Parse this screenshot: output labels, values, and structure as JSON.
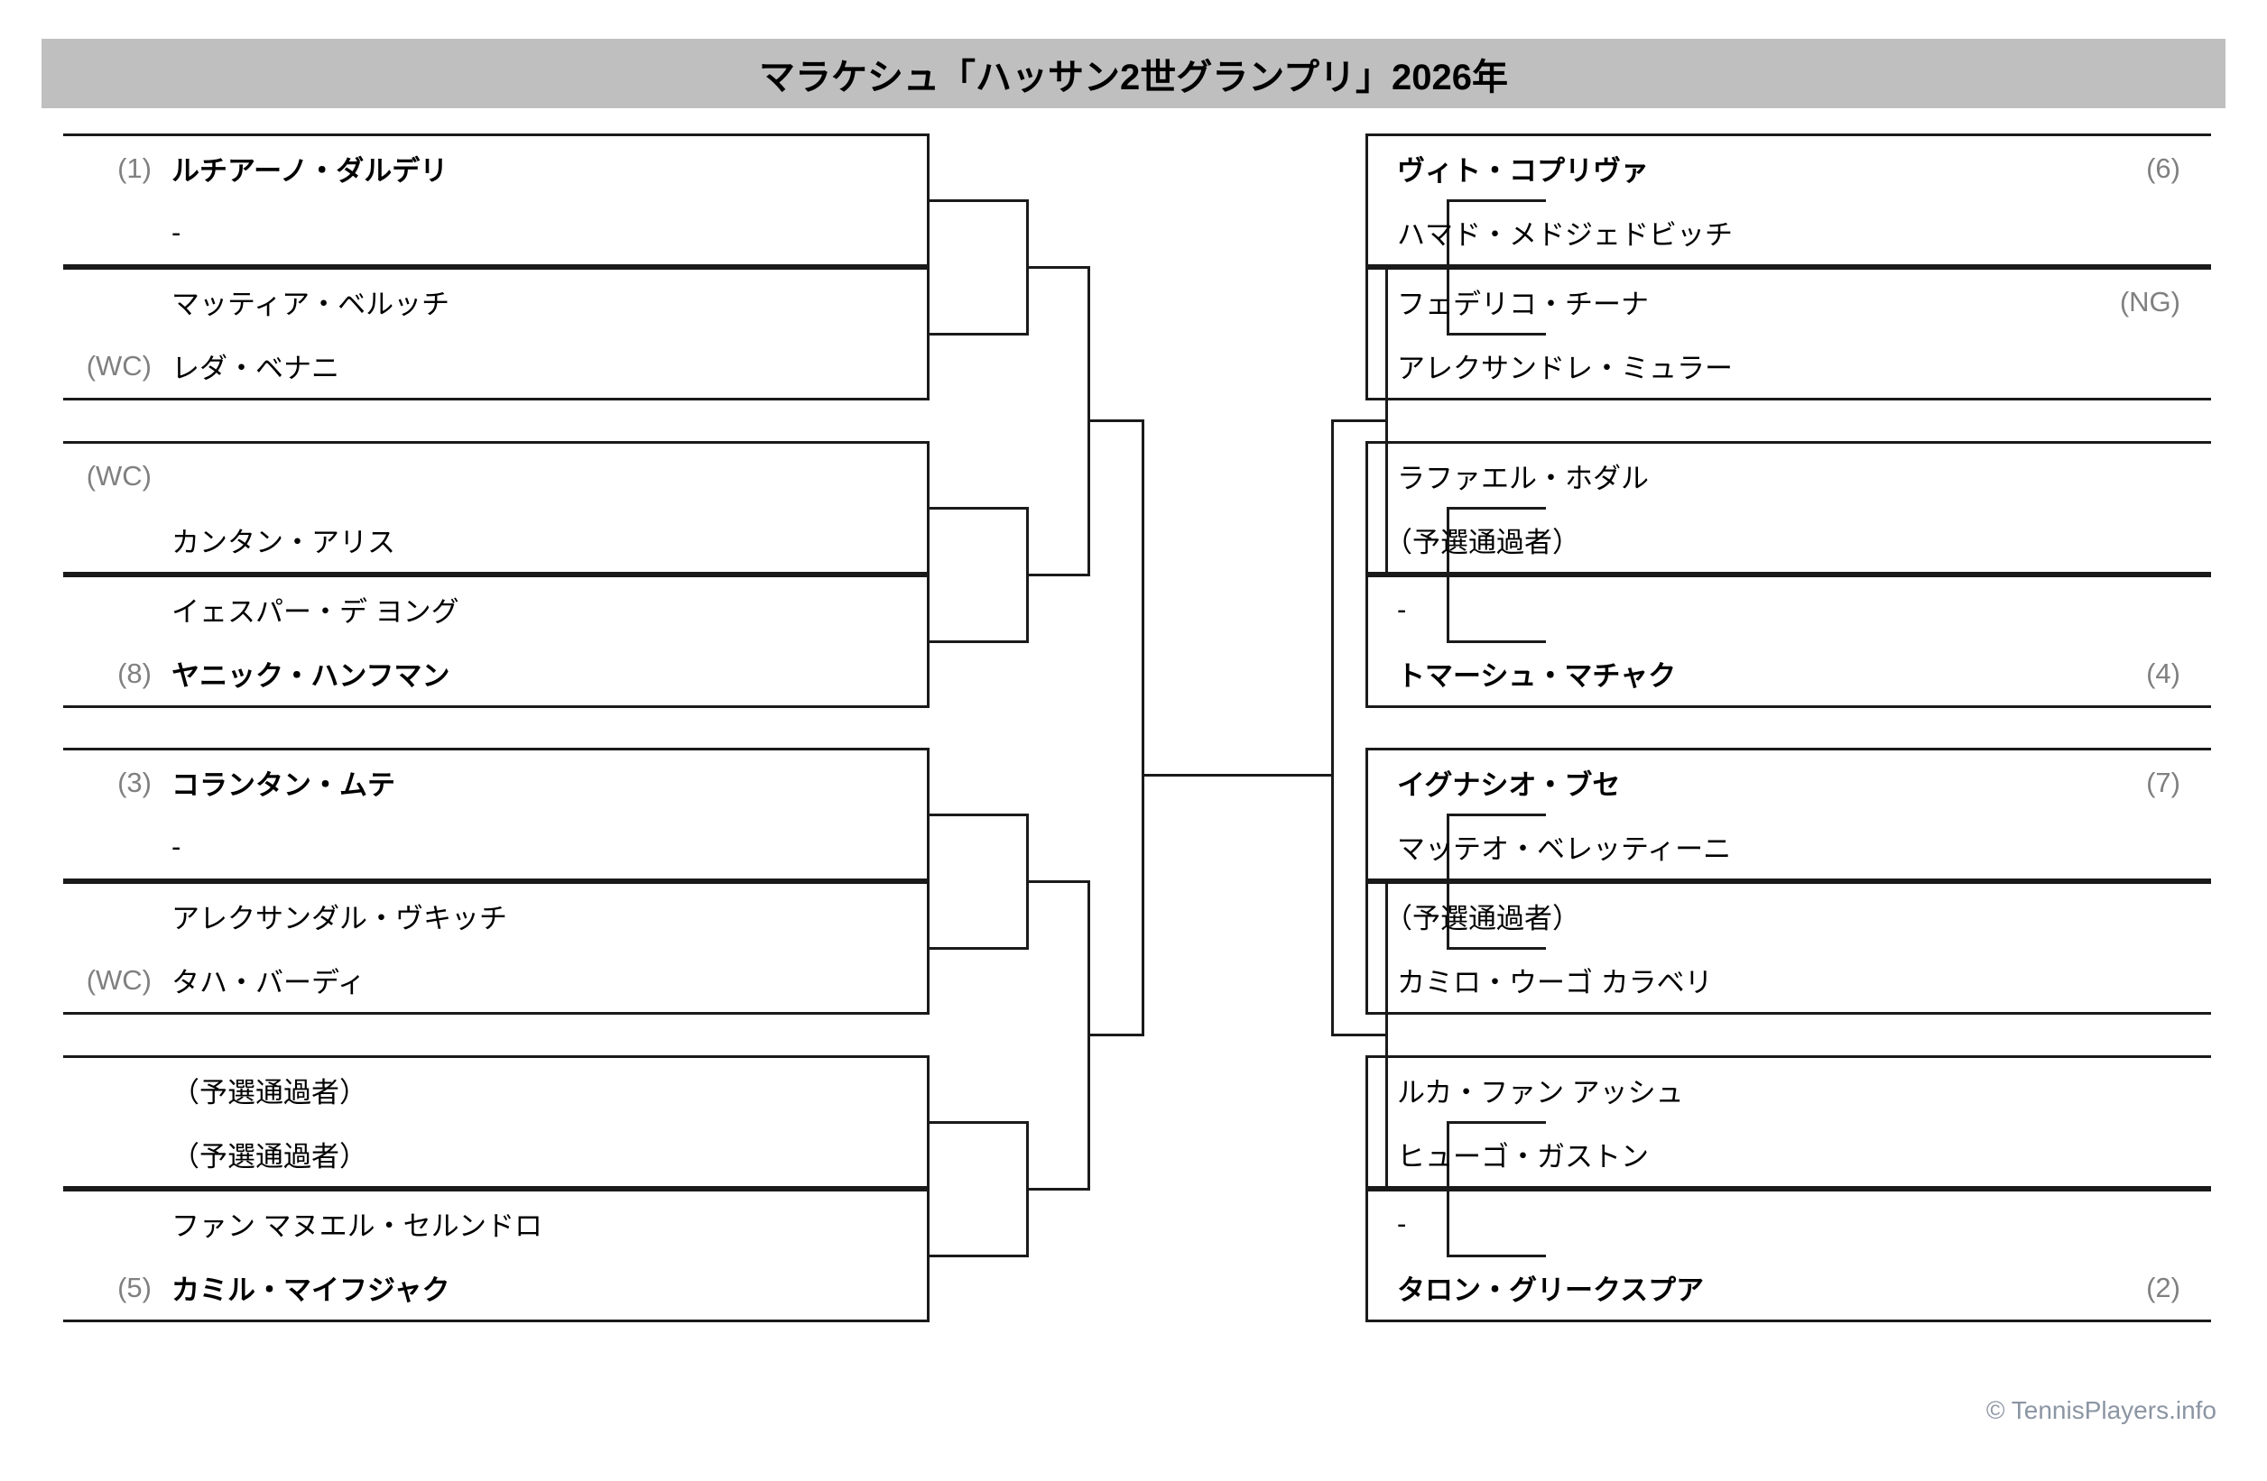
{
  "header": {
    "title": "マラケシュ「ハッサン2世グランプリ」2026年"
  },
  "footer": {
    "credit": "© TennisPlayers.info"
  },
  "colors": {
    "header_band": "#bfbfbf",
    "line": "#1a1a1a",
    "seed_text": "#808080",
    "footer_text": "#8b95a3",
    "player_text": "#000000"
  },
  "bracket": {
    "type": "single-elimination",
    "draw_size": 16,
    "left": {
      "matches": [
        {
          "id": "L1",
          "players": [
            {
              "seed": "(1)",
              "name": "ルチアーノ・ダルデリ",
              "bold": true
            },
            {
              "seed": "",
              "name": "-",
              "bold": false
            }
          ]
        },
        {
          "id": "L2",
          "players": [
            {
              "seed": "",
              "name": "マッティア・ベルッチ",
              "bold": false
            },
            {
              "seed": "(WC)",
              "name": "レダ・ベナニ",
              "bold": false
            }
          ]
        },
        {
          "id": "L3",
          "players": [
            {
              "seed": "(WC)",
              "name": "",
              "bold": false
            },
            {
              "seed": "",
              "name": "カンタン・アリス",
              "bold": false
            }
          ]
        },
        {
          "id": "L4",
          "players": [
            {
              "seed": "",
              "name": "イェスパー・デ ヨング",
              "bold": false
            },
            {
              "seed": "(8)",
              "name": "ヤニック・ハンフマン",
              "bold": true
            }
          ]
        },
        {
          "id": "L5",
          "players": [
            {
              "seed": "(3)",
              "name": "コランタン・ムテ",
              "bold": true
            },
            {
              "seed": "",
              "name": "-",
              "bold": false
            }
          ]
        },
        {
          "id": "L6",
          "players": [
            {
              "seed": "",
              "name": "アレクサンダル・ヴキッチ",
              "bold": false
            },
            {
              "seed": "(WC)",
              "name": "タハ・バーディ",
              "bold": false
            }
          ]
        },
        {
          "id": "L7",
          "players": [
            {
              "seed": "",
              "name": "（予選通過者）",
              "bold": false
            },
            {
              "seed": "",
              "name": "（予選通過者）",
              "bold": false
            }
          ]
        },
        {
          "id": "L8",
          "players": [
            {
              "seed": "",
              "name": "ファン マヌエル・セルンドロ",
              "bold": false
            },
            {
              "seed": "(5)",
              "name": "カミル・マイフジャク",
              "bold": true
            }
          ]
        }
      ]
    },
    "right": {
      "matches": [
        {
          "id": "R1",
          "players": [
            {
              "seed": "(6)",
              "name": "ヴィト・コプリヴァ",
              "bold": true
            },
            {
              "seed": "",
              "name": "ハマド・メドジェドビッチ",
              "bold": false
            }
          ]
        },
        {
          "id": "R2",
          "players": [
            {
              "seed": "(NG)",
              "name": "フェデリコ・チーナ",
              "bold": false
            },
            {
              "seed": "",
              "name": "アレクサンドレ・ミュラー",
              "bold": false
            }
          ]
        },
        {
          "id": "R3",
          "players": [
            {
              "seed": "",
              "name": "ラファエル・ホダル",
              "bold": false
            },
            {
              "seed": "",
              "name": "（予選通過者）",
              "bold": false,
              "indent": true
            }
          ]
        },
        {
          "id": "R4",
          "players": [
            {
              "seed": "",
              "name": "-",
              "bold": false
            },
            {
              "seed": "(4)",
              "name": "トマーシュ・マチャク",
              "bold": true
            }
          ]
        },
        {
          "id": "R5",
          "players": [
            {
              "seed": "(7)",
              "name": "イグナシオ・ブセ",
              "bold": true
            },
            {
              "seed": "",
              "name": "マッテオ・ベレッティーニ",
              "bold": false
            }
          ]
        },
        {
          "id": "R6",
          "players": [
            {
              "seed": "",
              "name": "（予選通過者）",
              "bold": false,
              "indent": true
            },
            {
              "seed": "",
              "name": "カミロ・ウーゴ カラベリ",
              "bold": false
            }
          ]
        },
        {
          "id": "R7",
          "players": [
            {
              "seed": "",
              "name": "ルカ・ファン アッシュ",
              "bold": false
            },
            {
              "seed": "",
              "name": "ヒューゴ・ガストン",
              "bold": false
            }
          ]
        },
        {
          "id": "R8",
          "players": [
            {
              "seed": "",
              "name": "-",
              "bold": false
            },
            {
              "seed": "(2)",
              "name": "タロン・グリークスプア",
              "bold": true
            }
          ]
        }
      ]
    }
  }
}
